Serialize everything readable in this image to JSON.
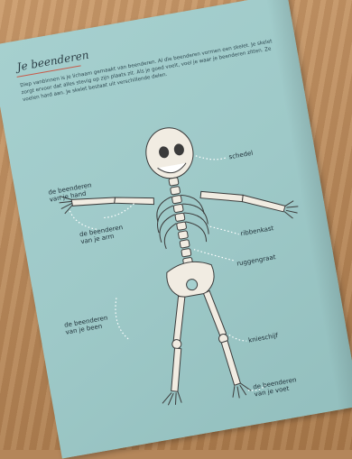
{
  "page": {
    "title": "Je beenderen",
    "intro": "Diep vanbinnen is je lichaam gemaakt van beenderen. Al die beenderen vormen een skelet. Je skelet zorgt ervoor dat alles stevig op zijn plaats zit. Als je goed voelt, voel je waar je beenderen zitten. Ze voelen hard aan. Je skelet bestaat uit verschillende delen."
  },
  "labels": {
    "hand": [
      "de beenderen",
      "van je hand"
    ],
    "arm": [
      "de beenderen",
      "van je arm"
    ],
    "skull": "schedel",
    "ribs": "ribbenkast",
    "spine": "ruggengraat",
    "leg": [
      "de beenderen",
      "van je been"
    ],
    "knee": "knieschijf",
    "foot": [
      "de beenderen",
      "van je voet"
    ]
  },
  "colors": {
    "page": "#a6d0cf",
    "wood": "#b98a5d",
    "bone": "#f1ece2",
    "outline": "#3b3b3b",
    "text": "#1f3038"
  }
}
